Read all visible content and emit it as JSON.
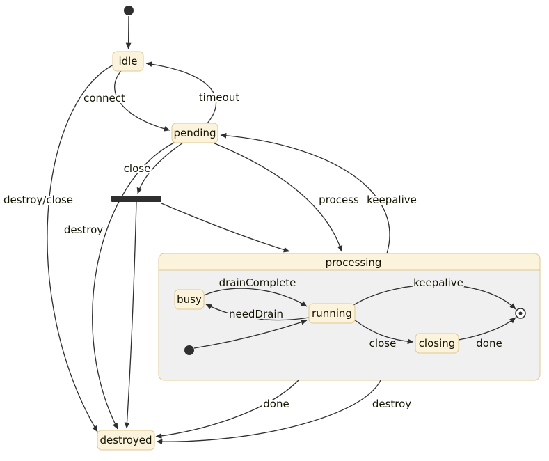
{
  "diagram_type": "state-machine",
  "states": {
    "initial": {
      "type": "initial"
    },
    "idle": {
      "label": "idle"
    },
    "pending": {
      "label": "pending"
    },
    "fork": {
      "type": "fork-bar"
    },
    "processing": {
      "label": "processing",
      "composite": true
    },
    "busy": {
      "label": "busy"
    },
    "running": {
      "label": "running"
    },
    "closing": {
      "label": "closing"
    },
    "inner_initial": {
      "type": "initial"
    },
    "inner_final": {
      "type": "final"
    },
    "destroyed": {
      "label": "destroyed"
    }
  },
  "transitions": [
    {
      "from": "initial",
      "to": "idle",
      "label": ""
    },
    {
      "from": "idle",
      "to": "pending",
      "label": "connect"
    },
    {
      "from": "pending",
      "to": "idle",
      "label": "timeout"
    },
    {
      "from": "pending",
      "to": "fork",
      "label": "close"
    },
    {
      "from": "idle",
      "to": "destroyed",
      "label": "destroy/close"
    },
    {
      "from": "pending",
      "to": "destroyed",
      "label": "destroy"
    },
    {
      "from": "fork",
      "to": "destroyed",
      "label": ""
    },
    {
      "from": "fork",
      "to": "processing",
      "label": ""
    },
    {
      "from": "pending",
      "to": "processing",
      "label": "process"
    },
    {
      "from": "processing",
      "to": "pending",
      "label": "keepalive"
    },
    {
      "from": "busy",
      "to": "running",
      "label": "drainComplete"
    },
    {
      "from": "running",
      "to": "busy",
      "label": "needDrain"
    },
    {
      "from": "inner_initial",
      "to": "running",
      "label": ""
    },
    {
      "from": "running",
      "to": "inner_final",
      "label": "keepalive"
    },
    {
      "from": "running",
      "to": "closing",
      "label": "close"
    },
    {
      "from": "closing",
      "to": "inner_final",
      "label": "done"
    },
    {
      "from": "processing",
      "to": "destroyed",
      "label": "done"
    },
    {
      "from": "processing",
      "to": "destroyed",
      "label": "destroy"
    }
  ],
  "colors": {
    "state_fill": "#fcf3dc",
    "state_border": "#dfc893",
    "composite_fill": "#f0f0f0",
    "edge_color": "#2f2f2f",
    "text_color": "#131300"
  }
}
